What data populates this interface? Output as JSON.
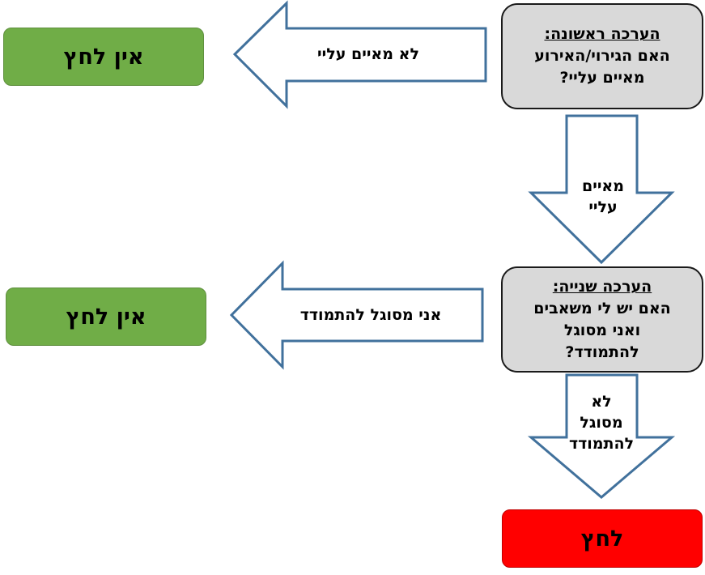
{
  "colors": {
    "arrow_stroke": "#41719c",
    "arrow_fill": "#ffffff",
    "no_stress": "#70ad47",
    "stress": "#ff0000",
    "assessment": "#d9d9d9"
  },
  "assessment1": {
    "heading": "הערכה ראשונה:",
    "line1": "האם הגירוי/האירוע",
    "line2": "מאיים עליי?"
  },
  "assessment2": {
    "heading": "הערכה שנייה:",
    "line1": "האם יש לי משאבים",
    "line2": "ואני מסוגל",
    "line3": "להתמודד?"
  },
  "arrows": {
    "not_threatening": "לא מאיים עליי",
    "threatening_line1": "מאיים",
    "threatening_line2": "עליי",
    "able_to_cope": "אני מסוגל להתמודד",
    "not_able_line1": "לא",
    "not_able_line2": "מסוגל",
    "not_able_line3": "להתמודד"
  },
  "outcomes": {
    "no_stress_1": "אין לחץ",
    "no_stress_2": "אין לחץ",
    "stress": "לחץ"
  }
}
